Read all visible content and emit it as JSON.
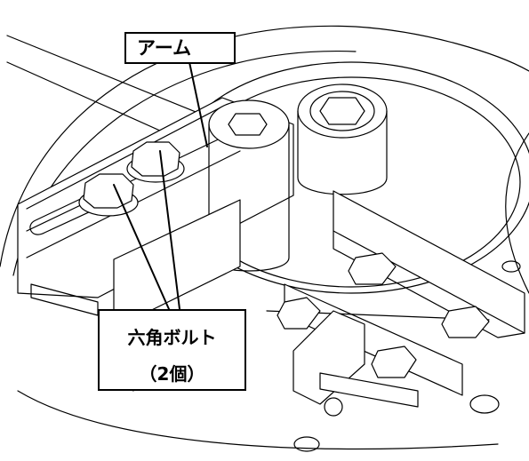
{
  "callouts": {
    "arm": "アーム",
    "bolts_line1": "六角ボルト",
    "bolts_line2": "（2個）"
  },
  "colors": {
    "line": "#000000",
    "background": "#ffffff"
  }
}
